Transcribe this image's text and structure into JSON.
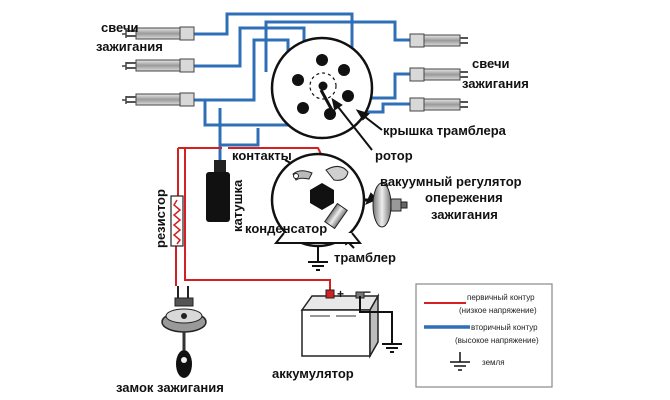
{
  "labels": {
    "spark_plugs_left_1": "свечи",
    "spark_plugs_left_2": "зажигания",
    "spark_plugs_right_1": "свечи",
    "spark_plugs_right_2": "зажигания",
    "distributor_cap": "крышка трамблера",
    "rotor": "ротор",
    "contacts": "контакты",
    "coil": "катушка",
    "vacuum_regulator_1": "вакуумный регулятор",
    "vacuum_regulator_2": "опережения",
    "vacuum_regulator_3": "зажигания",
    "condenser": "конденсатор",
    "distributor": "трамблер",
    "resistor": "резистор",
    "battery": "аккумулятор",
    "ignition_lock": "замок зажигания",
    "plus": "+",
    "minus": "−"
  },
  "legend": {
    "primary_1": "первичный контур",
    "primary_2": "(низкое напряжение)",
    "secondary_1": "вторичный контур",
    "secondary_2": "(высокое напряжение)",
    "ground": "земля"
  },
  "colors": {
    "primary": "#d42020",
    "primary_label": "#c81e1e",
    "secondary": "#2f6fb7",
    "secondary_label": "#3a86d6"
  }
}
